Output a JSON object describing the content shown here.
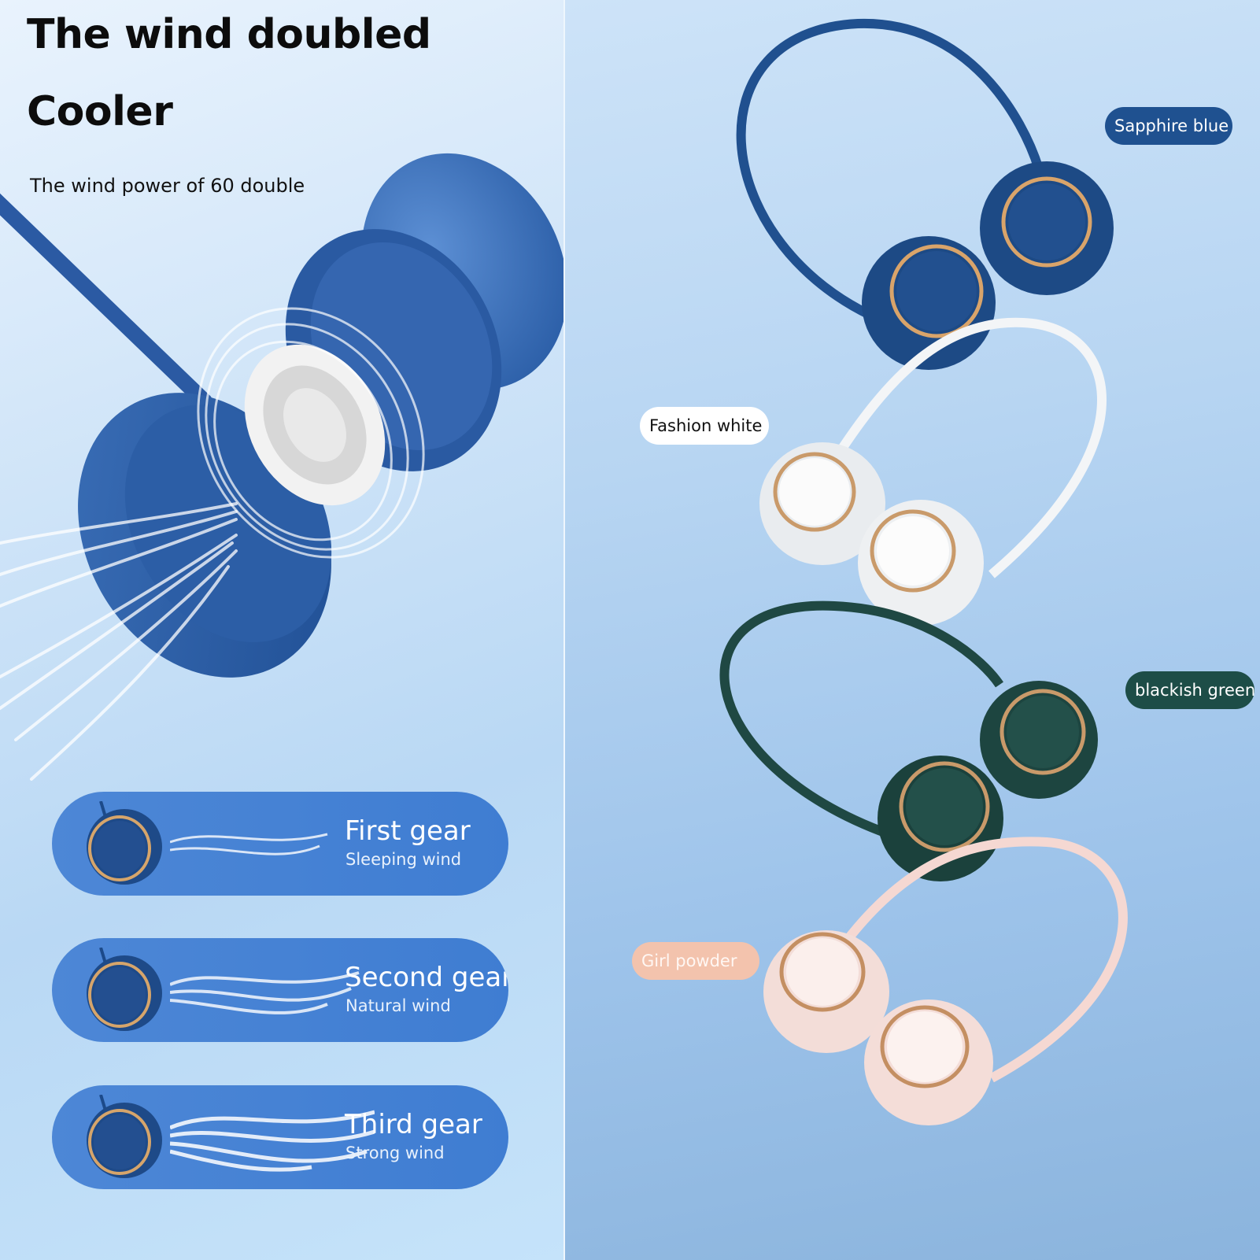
{
  "heading": {
    "line1": "The wind doubled",
    "line2": "Cooler",
    "subtitle": "The wind power of 60 double"
  },
  "gears": [
    {
      "name": "First gear",
      "description": "Sleeping wind"
    },
    {
      "name": "Second gear",
      "description": "Natural wind"
    },
    {
      "name": "Third gear",
      "description": "Strong wind"
    }
  ],
  "color_options": [
    {
      "label": "Sapphire blue",
      "color": "#1f5190"
    },
    {
      "label": "Fashion white",
      "color": "#f4f4f4"
    },
    {
      "label": "blackish green",
      "color": "#1d4d47"
    },
    {
      "label": "Girl powder",
      "color": "#f6d5cf"
    }
  ],
  "icons": [
    "fan-exploded-icon",
    "airflow-icon",
    "neck-fan-icon"
  ]
}
